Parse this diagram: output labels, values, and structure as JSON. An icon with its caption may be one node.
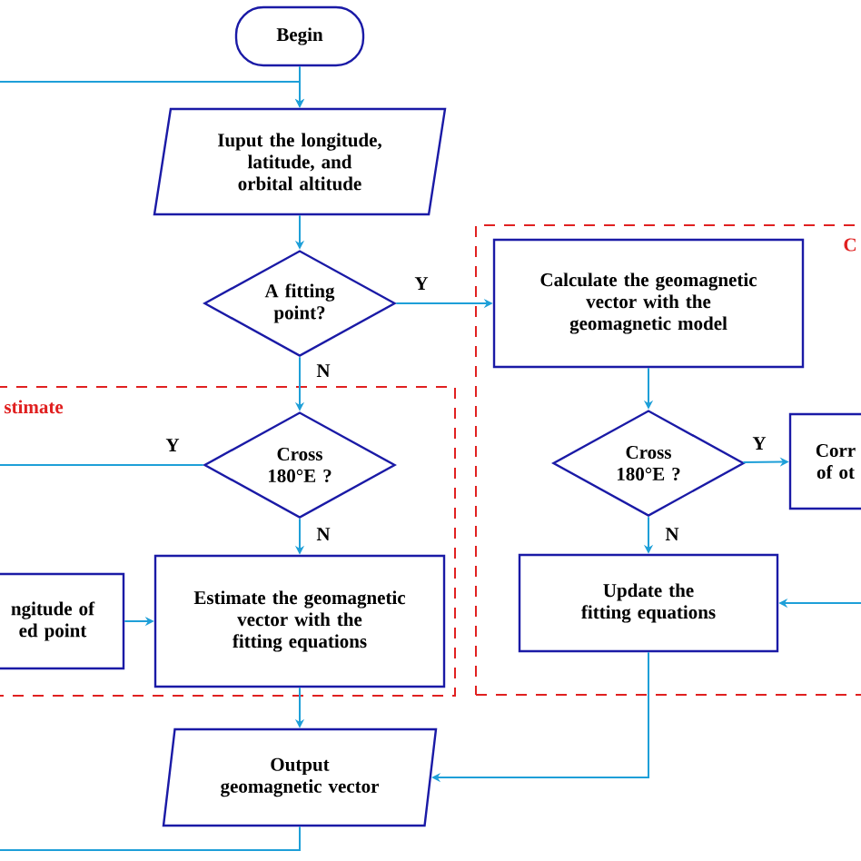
{
  "diagram": {
    "nodes": [
      {
        "text": [
          "Begin"
        ]
      },
      {
        "text": [
          "Iuput the longitude, latitude, and orbital altitude"
        ]
      },
      {
        "text": [
          "A fitting point?"
        ]
      },
      {
        "text": [
          "C"
        ]
      },
      {
        "text": [
          "Calculate the geomagnetic vector with the geomagnetic model"
        ],
        "in": 3
      },
      {
        "text": [
          "stimate"
        ]
      },
      {
        "text": [
          "Cross 180°E ?"
        ],
        "in": 5
      },
      {
        "text": [
          "ngitude of ed point"
        ],
        "in": 5
      },
      {
        "text": [
          "Estimate the geomagnetic vector with the fitting equations"
        ],
        "in": 5
      },
      {
        "text": [
          "Cross 180°E ?"
        ],
        "in": 3
      },
      {
        "text": [
          "Corr of ot"
        ],
        "in": 3
      },
      {
        "text": [
          "Update the fitting equations"
        ],
        "in": 3
      },
      {
        "text": [
          "Output geomagnetic vector"
        ]
      }
    ],
    "edges": [
      {
        "from": 0,
        "to": 1,
        "arrow": "to"
      },
      {
        "from": null,
        "to": 1,
        "arrow": "to"
      },
      {
        "from": 1,
        "to": 2,
        "arrow": "to"
      },
      {
        "from": 2,
        "to": 4,
        "arrow": "to",
        "label": "Y"
      },
      {
        "from": 2,
        "to": 6,
        "arrow": "to",
        "label": "N"
      },
      {
        "from": 6,
        "to": null,
        "arrow": "none",
        "label": "Y"
      },
      {
        "from": 7,
        "to": 8,
        "arrow": "to"
      },
      {
        "from": 6,
        "to": 8,
        "arrow": "to",
        "label": "N"
      },
      {
        "from": 4,
        "to": 9,
        "arrow": "to"
      },
      {
        "from": 9,
        "to": 10,
        "arrow": "to",
        "label": "Y"
      },
      {
        "from": 9,
        "to": 11,
        "arrow": "to",
        "label": "N"
      },
      {
        "from": null,
        "to": 11,
        "arrow": "to"
      },
      {
        "from": 8,
        "to": 12,
        "arrow": "to"
      },
      {
        "from": 11,
        "to": 12,
        "arrow": "to"
      },
      {
        "from": 12,
        "to": null,
        "arrow": "none"
      }
    ]
  }
}
